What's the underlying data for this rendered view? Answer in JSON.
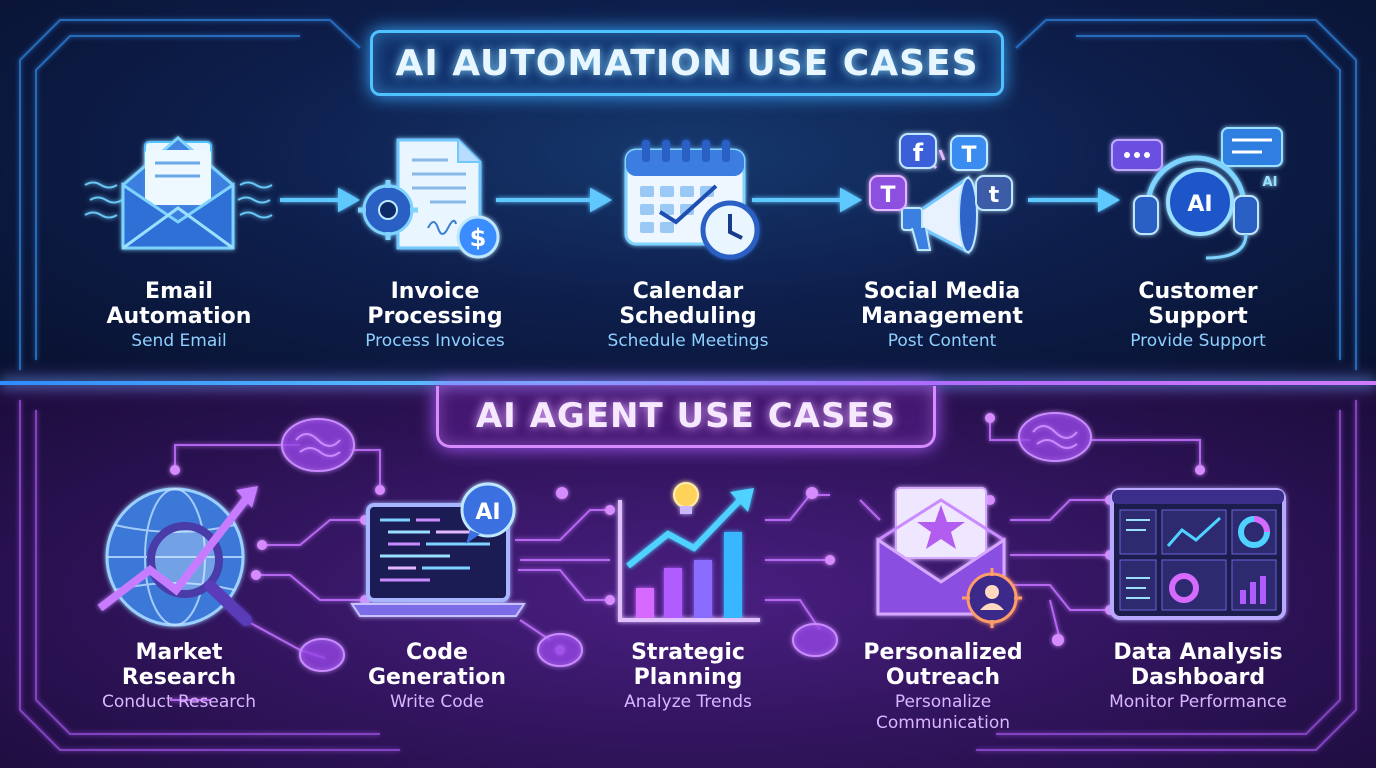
{
  "automation": {
    "title": "AI AUTOMATION USE CASES",
    "cases": [
      {
        "title_line1": "Email",
        "title_line2": "Automation",
        "subtitle_line1": "Send Email",
        "subtitle_line2": ""
      },
      {
        "title_line1": "Invoice",
        "title_line2": "Processing",
        "subtitle_line1": "Process Invoices",
        "subtitle_line2": ""
      },
      {
        "title_line1": "Calendar",
        "title_line2": "Scheduling",
        "subtitle_line1": "Schedule Meetings",
        "subtitle_line2": ""
      },
      {
        "title_line1": "Social Media",
        "title_line2": "Management",
        "subtitle_line1": "Post Content",
        "subtitle_line2": ""
      },
      {
        "title_line1": "Customer",
        "title_line2": "Support",
        "subtitle_line1": "Provide Support",
        "subtitle_line2": ""
      }
    ],
    "icon_text": {
      "invoice_dollar": "$",
      "support_ai": "AI",
      "support_side": "AI",
      "social_f": "f",
      "social_t1": "T",
      "social_t2": "T",
      "social_t3": "t"
    }
  },
  "agent": {
    "title": "AI AGENT USE CASES",
    "cases": [
      {
        "title_line1": "Market",
        "title_line2": "Research",
        "subtitle_line1": "Conduct Research",
        "subtitle_line2": ""
      },
      {
        "title_line1": "Code",
        "title_line2": "Generation",
        "subtitle_line1": "Write Code",
        "subtitle_line2": ""
      },
      {
        "title_line1": "Strategic",
        "title_line2": "Planning",
        "subtitle_line1": "Analyze Trends",
        "subtitle_line2": ""
      },
      {
        "title_line1": "Personalized",
        "title_line2": "Outreach",
        "subtitle_line1": "Personalize",
        "subtitle_line2": "Communication"
      },
      {
        "title_line1": "Data Analysis",
        "title_line2": "Dashboard",
        "subtitle_line1": "Monitor Performance",
        "subtitle_line2": ""
      }
    ],
    "icon_text": {
      "code_ai": "AI"
    }
  },
  "colors": {
    "automation_accent": "#4fc3ff",
    "agent_accent": "#d68bff",
    "brain": "#a55cff"
  }
}
